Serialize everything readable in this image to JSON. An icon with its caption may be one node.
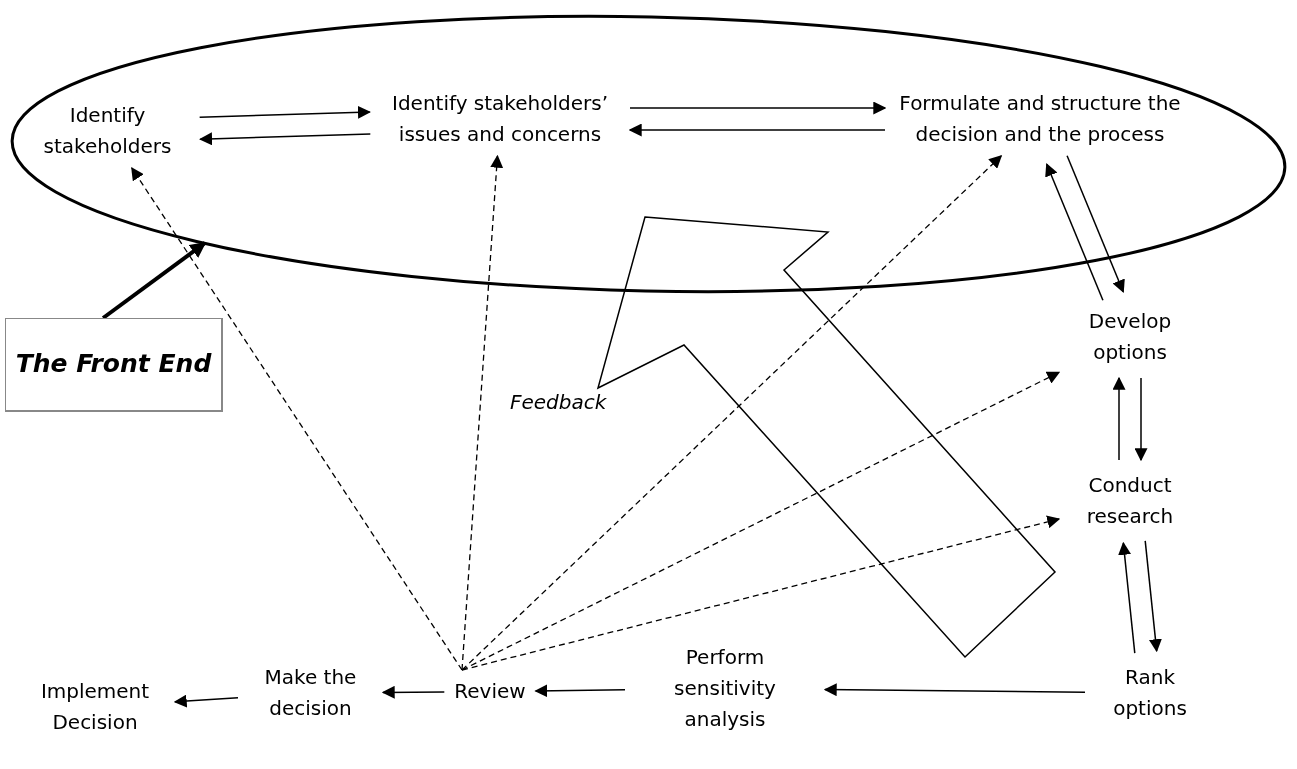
{
  "diagram": {
    "nodes": [
      {
        "text": [],
        "shape": "ellipse"
      },
      {
        "text": [
          "Identify stakeholders"
        ],
        "in": 0
      },
      {
        "text": [
          "Identify stakeholders’ issues and concerns"
        ],
        "in": 0
      },
      {
        "text": [
          "Formulate and structure the decision and the process"
        ],
        "in": 0
      },
      {
        "text": [
          "The Front End"
        ]
      },
      {
        "text": [
          "Develop options"
        ]
      },
      {
        "text": [
          "Conduct research"
        ]
      },
      {
        "text": [
          "Rank options"
        ]
      },
      {
        "text": [
          "Perform sensitivity analysis"
        ]
      },
      {
        "text": [
          "Review"
        ]
      },
      {
        "text": [
          "Make the decision"
        ]
      },
      {
        "text": [
          "Implement Decision"
        ]
      }
    ],
    "edges": [
      {
        "from": 1,
        "to": 2,
        "arrow": "to"
      },
      {
        "from": 2,
        "to": 1,
        "arrow": "to"
      },
      {
        "from": 2,
        "to": 3,
        "arrow": "to"
      },
      {
        "from": 3,
        "to": 2,
        "arrow": "to"
      },
      {
        "from": 3,
        "to": 5,
        "arrow": "to"
      },
      {
        "from": 5,
        "to": 3,
        "arrow": "to"
      },
      {
        "from": 5,
        "to": 6,
        "arrow": "to"
      },
      {
        "from": 6,
        "to": 5,
        "arrow": "to"
      },
      {
        "from": 6,
        "to": 7,
        "arrow": "to"
      },
      {
        "from": 7,
        "to": 6,
        "arrow": "to"
      },
      {
        "from": 7,
        "to": 8,
        "arrow": "to"
      },
      {
        "from": 8,
        "to": 9,
        "arrow": "to"
      },
      {
        "from": 9,
        "to": 10,
        "arrow": "to"
      },
      {
        "from": 10,
        "to": 11,
        "arrow": "to"
      },
      {
        "from": 9,
        "to": 1,
        "arrow": "to",
        "style": "dashed"
      },
      {
        "from": 9,
        "to": 2,
        "arrow": "to",
        "style": "dashed"
      },
      {
        "from": 9,
        "to": 3,
        "arrow": "to",
        "style": "dashed"
      },
      {
        "from": 9,
        "to": 5,
        "arrow": "to",
        "style": "dashed"
      },
      {
        "from": 9,
        "to": 6,
        "arrow": "to",
        "style": "dashed"
      },
      {
        "from": 4,
        "to": 0,
        "arrow": "to",
        "style": "thick"
      }
    ],
    "labels": [
      "Feedback"
    ]
  }
}
